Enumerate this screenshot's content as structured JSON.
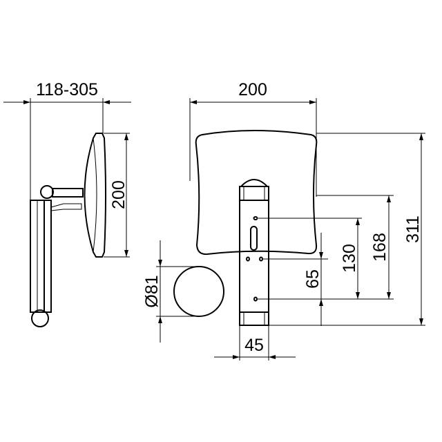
{
  "dimensions": {
    "side_depth": "118-305",
    "side_height": "200",
    "front_width": "200",
    "total_height": "311",
    "hole_to_mirror_top": "168",
    "hole_spacing_upper": "130",
    "hole_spacing_lower": "65",
    "bracket_width": "45",
    "rosette_diameter": "Ø81"
  },
  "colors": {
    "line": "#000000",
    "background": "#ffffff"
  }
}
